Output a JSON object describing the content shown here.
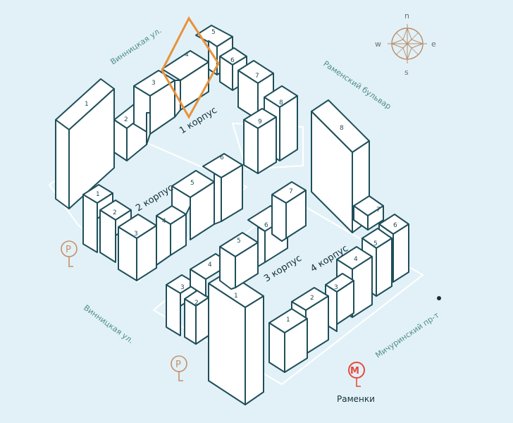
{
  "streets": {
    "vinnitskaya_top": "Винницкая ул.",
    "vinnitskaya_bottom": "Винницкая ул.",
    "ramensky": "Раменский бульвар",
    "michurinsky": "Мичуринский пр-т"
  },
  "korpus": {
    "k1": "1 корпус",
    "k2": "2 корпус",
    "k3": "3 корпус",
    "k4": "4 корпус"
  },
  "sections": {
    "k1": [
      "1",
      "2",
      "3",
      "4",
      "5",
      "6",
      "7",
      "8",
      "9"
    ],
    "k2": [
      "1",
      "2",
      "3",
      "4",
      "5",
      "6"
    ],
    "k3": [
      "1",
      "2",
      "3",
      "4",
      "5",
      "6",
      "7"
    ],
    "k4": [
      "1",
      "2",
      "3",
      "4",
      "5",
      "6",
      "7",
      "8"
    ]
  },
  "parking": {
    "label": "P"
  },
  "metro": {
    "station": "Раменки",
    "icon": "metro-icon",
    "color": "#e64a3c"
  },
  "compass": {
    "n": "n",
    "s": "s",
    "w": "w",
    "e": "e"
  },
  "highlight": {
    "target": "k1-section-4",
    "color": "#e8923a"
  }
}
